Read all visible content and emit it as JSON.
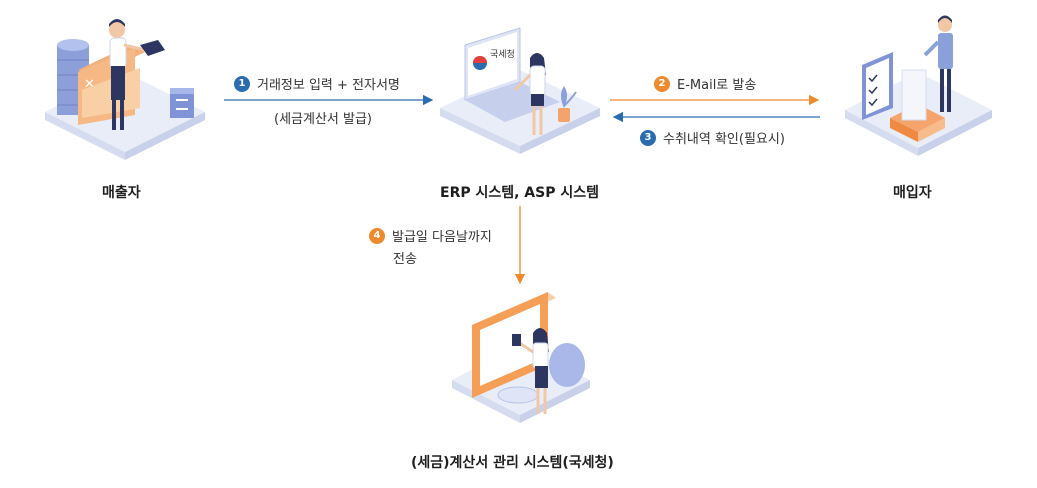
{
  "nodes": {
    "seller": {
      "label": "매출자"
    },
    "erp": {
      "label": "ERP 시스템, ASP 시스템"
    },
    "buyer": {
      "label": "매입자"
    },
    "nts": {
      "label": "(세금)계산서 관리 시스템(국세청)"
    }
  },
  "steps": [
    {
      "number": "1",
      "text": "거래정보 입력 + 전자서명",
      "subtext": "(세금계산서 발급)"
    },
    {
      "number": "2",
      "text": "E-Mail로 발송"
    },
    {
      "number": "3",
      "text": "수취내역 확인(필요시)"
    },
    {
      "number": "4",
      "text": "발급일 다음날까지",
      "subtext": "전송"
    }
  ],
  "screen_text": "국세청",
  "colors": {
    "blue": "#2b6cb0",
    "orange": "#ee8a2e",
    "platform": "#e9edf8",
    "screen": "#f59e55"
  }
}
